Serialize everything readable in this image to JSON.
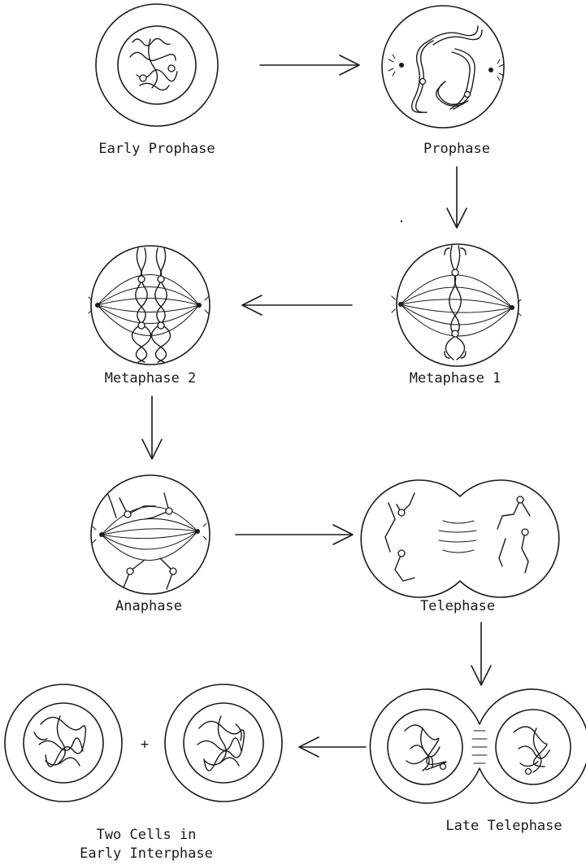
{
  "stages": {
    "early_prophase": "Early Prophase",
    "prophase": "Prophase",
    "metaphase_1": "Metaphase 1",
    "metaphase_2": "Metaphase 2",
    "anaphase": "Anaphase",
    "telephase": "Telephase",
    "late_telephase": "Late Telephase",
    "two_cells_line1": "Two Cells in",
    "two_cells_line2": "Early Interphase"
  },
  "plus_sign": "+"
}
